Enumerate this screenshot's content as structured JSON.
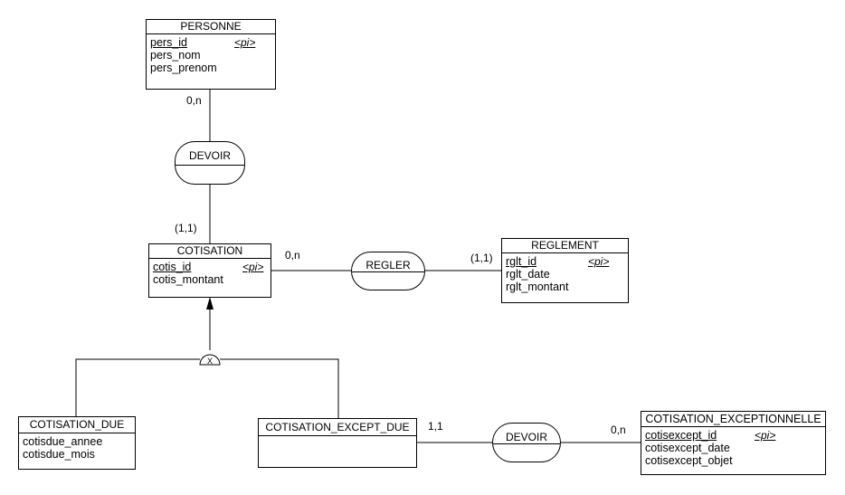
{
  "entities": {
    "personne": {
      "name": "PERSONNE",
      "attrs": [
        "pers_id",
        "pers_nom",
        "pers_prenom"
      ],
      "pk_marker": "<pi>"
    },
    "cotisation": {
      "name": "COTISATION",
      "attrs": [
        "cotis_id",
        "cotis_montant"
      ],
      "pk_marker": "<pi>"
    },
    "reglement": {
      "name": "REGLEMENT",
      "attrs": [
        "rglt_id",
        "rglt_date",
        "rglt_montant"
      ],
      "pk_marker": "<pi>"
    },
    "cotisation_due": {
      "name": "COTISATION_DUE",
      "attrs": [
        "cotisdue_annee",
        "cotisdue_mois"
      ]
    },
    "cotisation_except_due": {
      "name": "COTISATION_EXCEPT_DUE",
      "attrs": []
    },
    "cotisation_exceptionnelle": {
      "name": "COTISATION_EXCEPTIONNELLE",
      "attrs": [
        "cotisexcept_id",
        "cotisexcept_date",
        "cotisexcept_objet"
      ],
      "pk_marker": "<pi>"
    }
  },
  "relations": {
    "devoir_top": {
      "name": "DEVOIR"
    },
    "regler": {
      "name": "REGLER"
    },
    "devoir_bottom": {
      "name": "DEVOIR"
    }
  },
  "cardinalities": {
    "personne_devoir": "0,n",
    "cotisation_devoir": "(1,1)",
    "cotisation_regler": "0,n",
    "reglement_regler": "(1,1)",
    "except_due_devoir": "1,1",
    "exceptionnelle_devoir": "0,n"
  },
  "inheritance": {
    "symbol": "X"
  }
}
